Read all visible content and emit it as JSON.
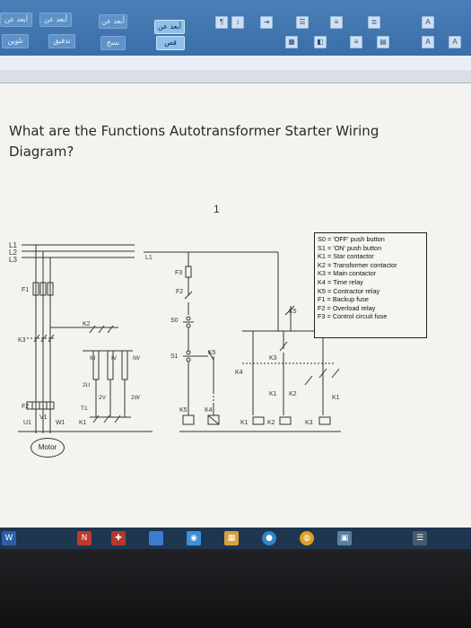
{
  "ribbon": {
    "tab_buttons": [
      "أبعد عن",
      "أبعد عن",
      "أبعد عن",
      "أبعد عن"
    ],
    "sub_buttons": [
      "تلوين",
      "تدقيق",
      "نسخ",
      "قص"
    ]
  },
  "document": {
    "title": "What are the Functions Autotransformer Starter Wiring Diagram?",
    "page_number": "1"
  },
  "diagram": {
    "legend": [
      "S0 = 'OFF' push button",
      "S1 = 'ON' push button",
      "K1 = Star contactor",
      "K2 = Transformer contactor",
      "K3 = Main contactor",
      "K4 = Time relay",
      "K5 = Contractor relay",
      "F1 = Backup fuse",
      "F2 = Overload relay",
      "F3 = Control circuit fuse"
    ],
    "labels": {
      "l1": "L1",
      "l2": "L2",
      "l3": "L3",
      "f1": "F1",
      "f2": "F2",
      "f3": "F3",
      "k1": "K1",
      "k2": "K2",
      "k3": "K3",
      "k4": "K4",
      "k5": "K5",
      "s0": "S0",
      "s1": "S1",
      "u1": "U1",
      "v1": "V1",
      "w1": "W1",
      "t1": "T1",
      "iu": "IU",
      "iv": "IV",
      "iw": "IW",
      "t2u": "2U",
      "t2v": "2V",
      "t2w": "2W",
      "motor": "Motor"
    }
  },
  "taskbar": {
    "items": [
      "W",
      "N",
      "✚",
      "",
      "◉",
      "▦",
      "●",
      "◍",
      "▣",
      "☰"
    ]
  }
}
